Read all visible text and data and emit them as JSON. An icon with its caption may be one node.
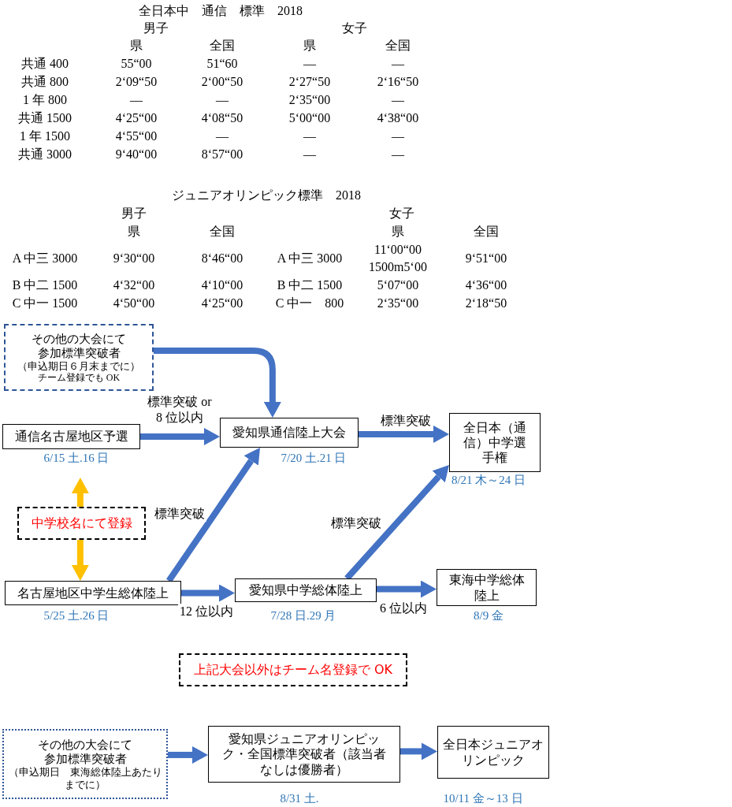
{
  "diagram": {
    "nodes": [
      {
        "text": [
          "その他の大会にて参加標準突破者",
          "（申込期日６月末までに）",
          "チーム登録でも OK"
        ]
      },
      {
        "text": [
          "通信名古屋地区予選"
        ],
        "beside": [
          "6/15 土.16 日"
        ]
      },
      {
        "text": [
          "愛知県通信陸上大会"
        ],
        "beside": [
          "7/20 土.21 日"
        ]
      },
      {
        "text": [
          "全日本（通信）中学選手権"
        ],
        "beside": [
          "8/21 木～24 日"
        ]
      },
      {
        "text": [
          "中学校名にて登録"
        ]
      },
      {
        "text": [
          "名古屋地区中学生総体陸上"
        ],
        "beside": [
          "5/25 土.26 日"
        ]
      },
      {
        "text": [
          "愛知県中学総体陸上"
        ],
        "beside": [
          "7/28 日.29 月"
        ]
      },
      {
        "text": [
          "東海中学総体陸上"
        ],
        "beside": [
          "8/9 金"
        ]
      },
      {
        "text": [
          "上記大会以外はチーム名登録で OK"
        ]
      },
      {
        "text": [
          "その他の大会にて参加標準突破者",
          "（申込期日　東海総体陸上あたりまでに）"
        ]
      },
      {
        "text": [
          "愛知県ジュニアオリンピック・全国標準突破者（該当者なしは優勝者）"
        ],
        "beside": [
          "8/31 土."
        ]
      },
      {
        "text": [
          "全日本ジュニアオリンピック"
        ],
        "beside": [
          "10/11 金～13 日"
        ]
      }
    ],
    "edges": [
      {
        "from": 0,
        "to": 2,
        "arrow": "to"
      },
      {
        "from": 1,
        "to": 2,
        "arrow": "to",
        "label": "標準突破 or 8 位以内"
      },
      {
        "from": 2,
        "to": 3,
        "arrow": "to",
        "label": "標準突破"
      },
      {
        "from": 5,
        "to": 2,
        "arrow": "to",
        "label": "標準突破"
      },
      {
        "from": 6,
        "to": 3,
        "arrow": "to",
        "label": "標準突破"
      },
      {
        "from": 5,
        "to": 6,
        "arrow": "to",
        "label": "12 位以内"
      },
      {
        "from": 6,
        "to": 7,
        "arrow": "to",
        "label": "6 位以内"
      },
      {
        "from": 4,
        "to": 1,
        "arrow": "to",
        "color": "#ffc000"
      },
      {
        "from": 4,
        "to": 5,
        "arrow": "to",
        "color": "#ffc000"
      },
      {
        "from": 9,
        "to": 10,
        "arrow": "to"
      },
      {
        "from": 10,
        "to": 11,
        "arrow": "to"
      }
    ],
    "labels": [
      "全日本中　通信　標準　2018",
      "男子",
      "女子",
      "県",
      "全国",
      "県",
      "全国",
      "共通 400",
      "55“00",
      "51“60",
      "—",
      "—",
      "共通 800",
      "2‘09“50",
      "2‘00“50",
      "2‘27“50",
      "2‘16“50",
      "1 年 800",
      "—",
      "—",
      "2‘35“00",
      "—",
      "共通 1500",
      "4‘25“00",
      "4‘08“50",
      "5‘00“00",
      "4‘38“00",
      "1 年 1500",
      "4‘55“00",
      "—",
      "—",
      "—",
      "共通 3000",
      "9‘40“00",
      "8‘57“00",
      "—",
      "—",
      "ジュニアオリンピック標準　2018",
      "男子",
      "女子",
      "県",
      "全国",
      "県",
      "全国",
      "A 中三 3000",
      "9‘30“00",
      "8‘46“00",
      "A 中三 3000",
      "11‘00“00 1500m5‘00",
      "9‘51“00",
      "B 中二 1500",
      "4‘32“00",
      "4‘10“00",
      "B 中二 1500",
      "5‘07“00",
      "4‘36“00",
      "C 中一 1500",
      "4‘50“00",
      "4‘25“00",
      "C 中一　800",
      "2‘35“00",
      "2‘18“50"
    ]
  }
}
